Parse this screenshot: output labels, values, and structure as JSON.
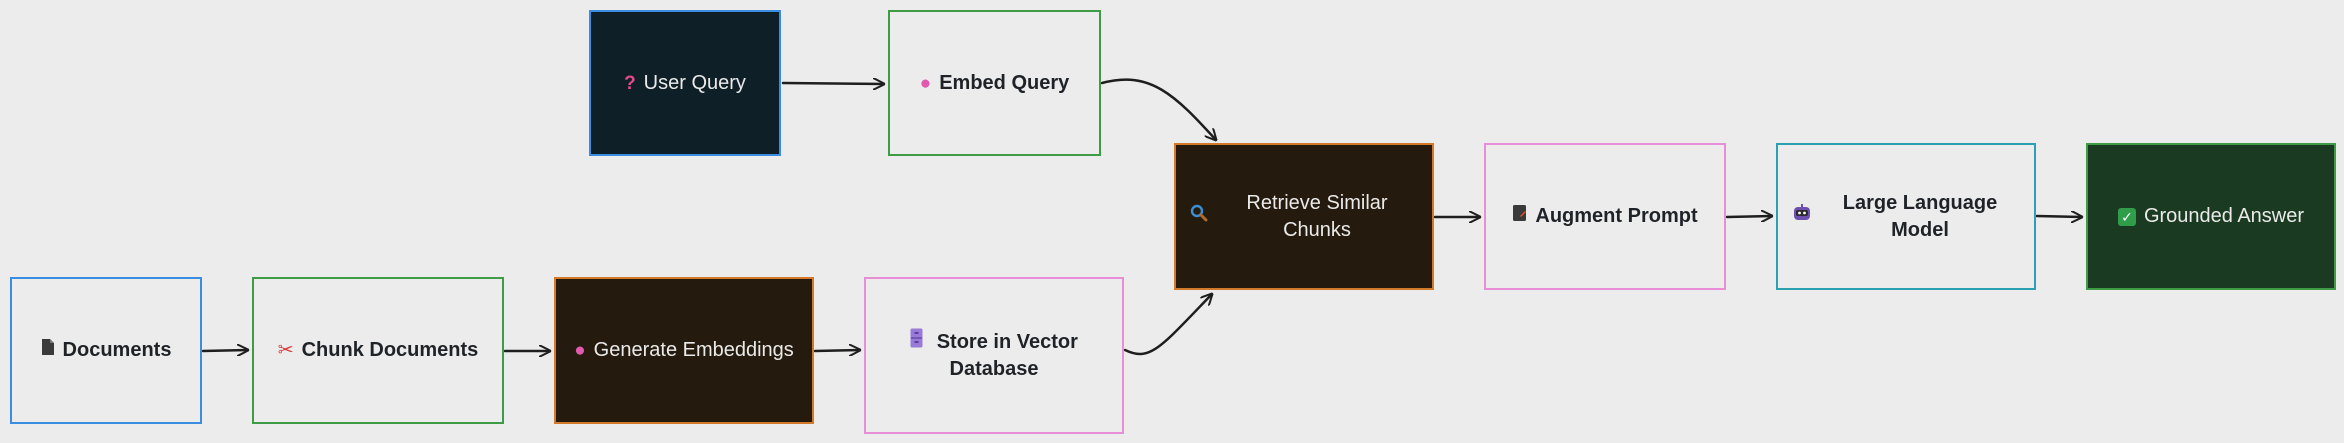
{
  "diagram": {
    "nodes": {
      "user_query": {
        "label": "User Query",
        "icon": "question-mark-icon",
        "border": "#3a8de0",
        "fill": "#0f1f27"
      },
      "embed_query": {
        "label": "Embed Query",
        "icon": "brain-icon",
        "border": "#3f9b45",
        "fill": "#ececec"
      },
      "retrieve": {
        "label": "Retrieve Similar Chunks",
        "icon": "magnifier-icon",
        "border": "#d27a2a",
        "fill": "#241a0d"
      },
      "augment": {
        "label": "Augment Prompt",
        "icon": "document-icon",
        "border": "#e88ed8",
        "fill": "#ececec"
      },
      "llm": {
        "label": "Large Language Model",
        "icon": "robot-icon",
        "border": "#2aa0b0",
        "fill": "#ececec"
      },
      "answer": {
        "label": "Grounded Answer",
        "icon": "checkmark-icon",
        "border": "#3f9b45",
        "fill": "#1a3a22"
      },
      "documents": {
        "label": "Documents",
        "icon": "document-icon",
        "border": "#3a8de0",
        "fill": "#ececec"
      },
      "chunk": {
        "label": "Chunk Documents",
        "icon": "scissors-icon",
        "border": "#3f9b45",
        "fill": "#ececec"
      },
      "generate": {
        "label": "Generate Embeddings",
        "icon": "brain-icon",
        "border": "#d27a2a",
        "fill": "#241a0d"
      },
      "store": {
        "label": "Store in Vector Database",
        "icon": "file-cabinet-icon",
        "border": "#e88ed8",
        "fill": "#ececec"
      }
    },
    "edge_color": "#1e1e1e"
  }
}
